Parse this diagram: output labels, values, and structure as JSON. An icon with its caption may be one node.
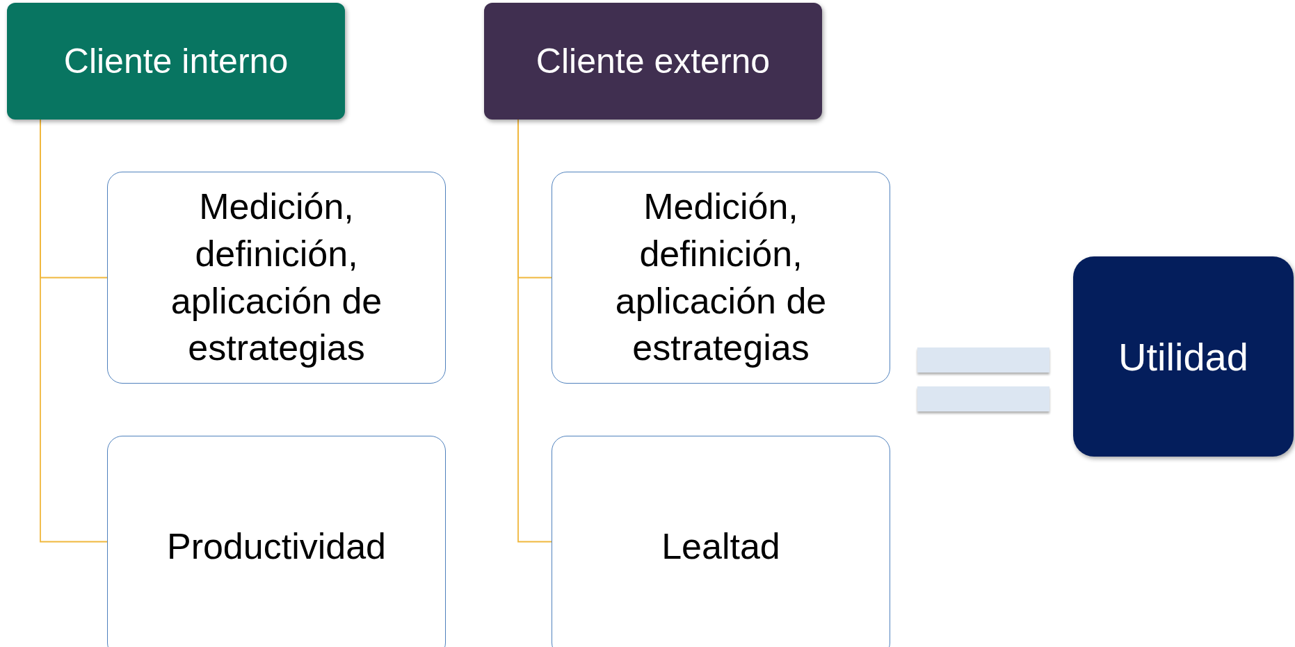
{
  "diagram": {
    "nodes": [
      {
        "text": [
          "Cliente interno"
        ]
      },
      {
        "text": [
          "Medición, definición, aplicación de estrategias"
        ]
      },
      {
        "text": [
          "Productividad"
        ]
      },
      {
        "text": [
          "Cliente externo"
        ]
      },
      {
        "text": [
          "Medición, definición, aplicación de estrategias"
        ]
      },
      {
        "text": [
          "Lealtad"
        ]
      },
      {
        "text": [
          "Utilidad"
        ]
      }
    ],
    "edges": [
      {
        "from": 0,
        "to": 1,
        "arrow": "none"
      },
      {
        "from": 0,
        "to": 2,
        "arrow": "none"
      },
      {
        "from": 3,
        "to": 4,
        "arrow": "none"
      },
      {
        "from": 3,
        "to": 5,
        "arrow": "none"
      }
    ]
  }
}
